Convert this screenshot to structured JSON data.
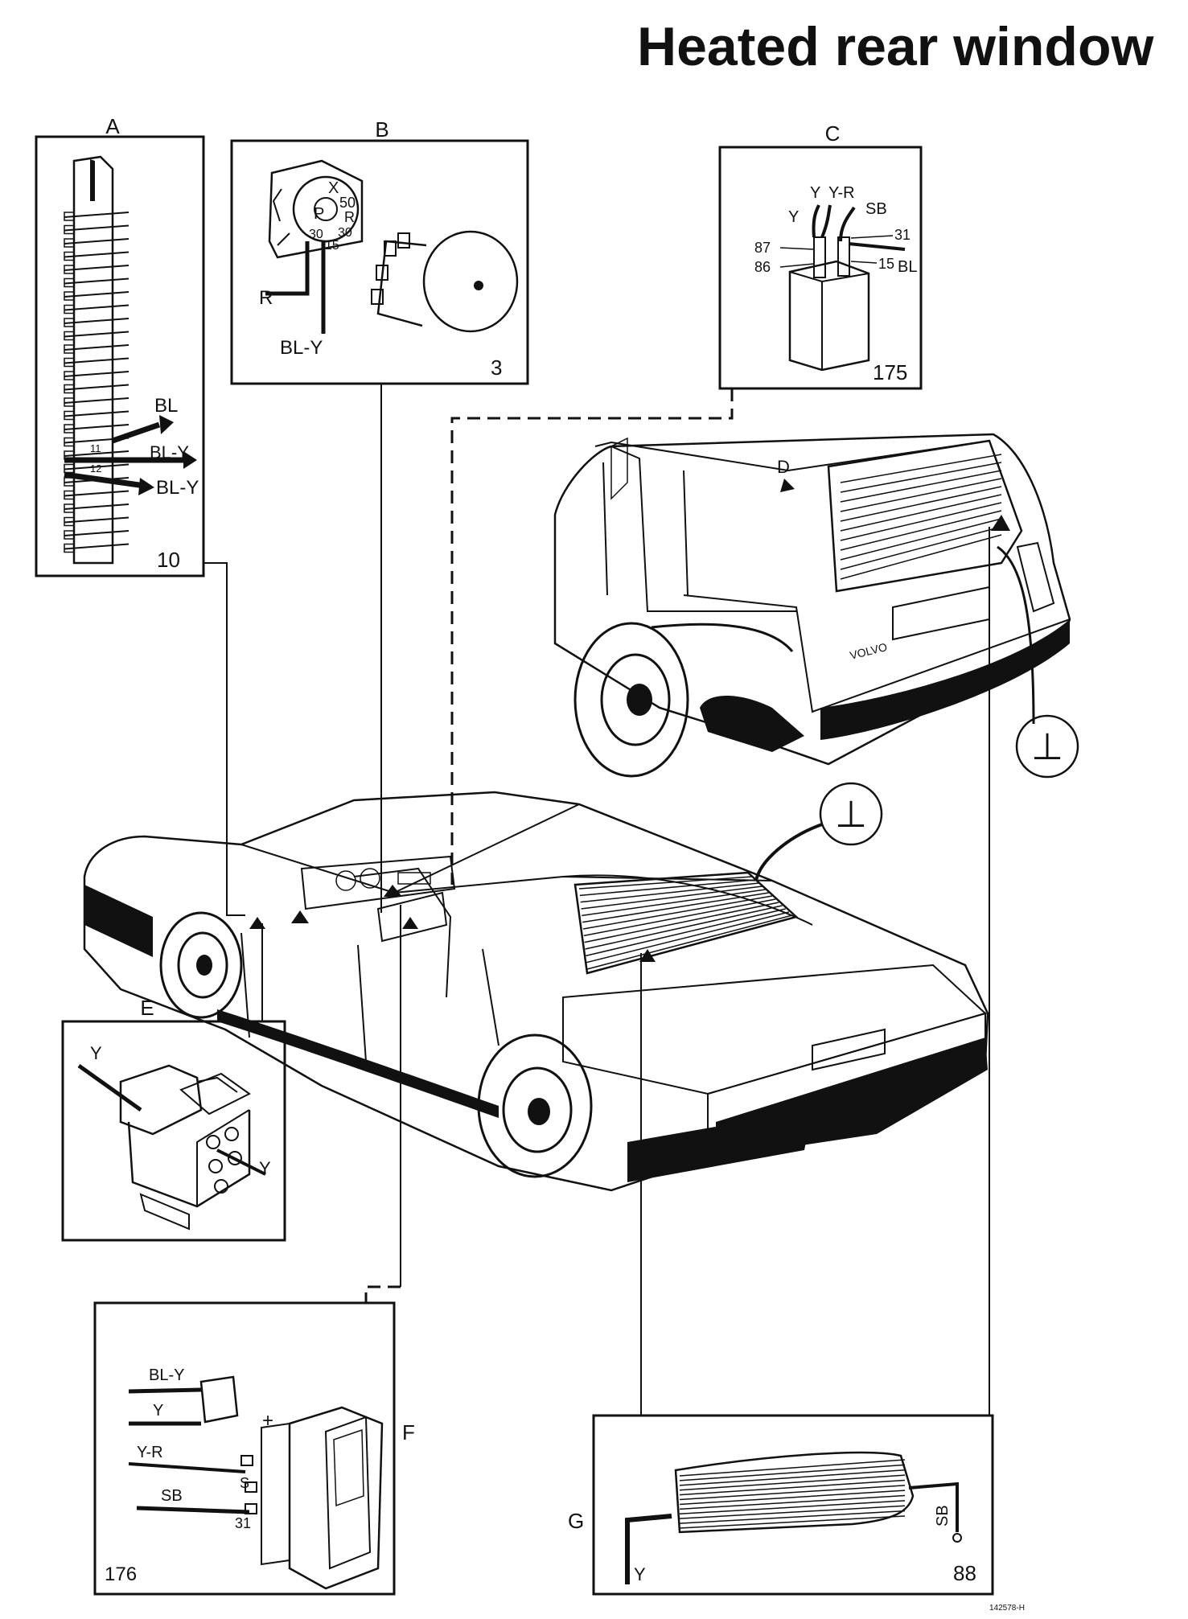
{
  "title": "Heated rear window",
  "drawing_code": "142578-H",
  "panels": {
    "A": {
      "letter": "A",
      "number": "10",
      "wires": [
        "BL",
        "BL-Y",
        "BL-Y"
      ],
      "fuse_numbers": [
        "11",
        "12"
      ]
    },
    "B": {
      "letter": "B",
      "number": "3",
      "wires": [
        "R",
        "BL-Y"
      ],
      "terminals": [
        "X",
        "50",
        "P",
        "R",
        "30",
        "30",
        "15"
      ]
    },
    "C": {
      "letter": "C",
      "number": "175",
      "wires": [
        "Y",
        "Y-R",
        "Y",
        "SB",
        "31",
        "87",
        "86",
        "15",
        "BL"
      ]
    },
    "D": {
      "letter": "D"
    },
    "E": {
      "letter": "E",
      "wires": [
        "Y",
        "Y"
      ]
    },
    "F": {
      "letter": "F",
      "number": "176",
      "wires": [
        "BL-Y",
        "Y",
        "Y-R",
        "SB"
      ],
      "terminals": [
        "+",
        "S",
        "31"
      ]
    },
    "G": {
      "letter": "G",
      "number": "88",
      "wires": [
        "SB",
        "Y"
      ]
    }
  },
  "car_badge": "VOLVO",
  "ground_symbol": "⊥"
}
